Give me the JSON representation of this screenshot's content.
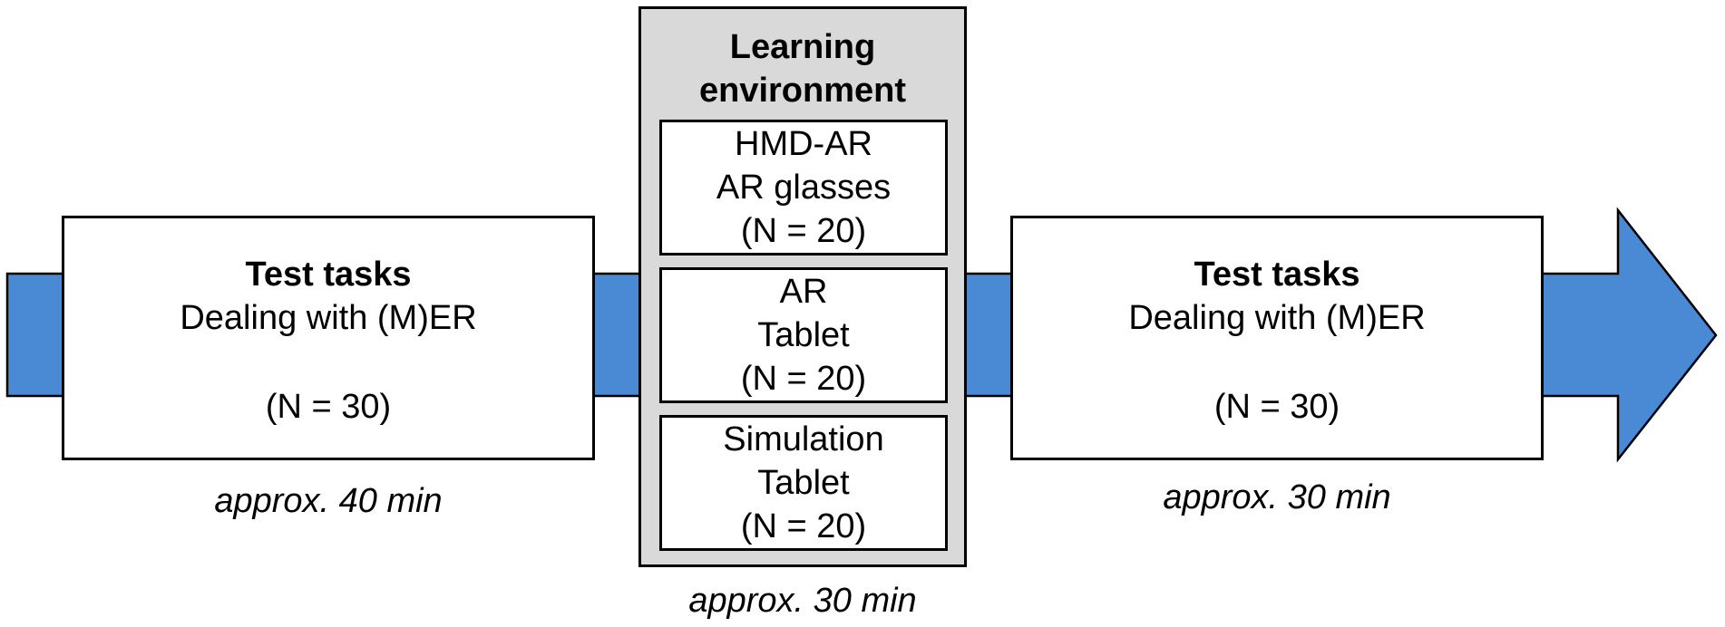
{
  "colors": {
    "arrow_fill": "#4a8ad4",
    "panel_bg": "#d9d9d9"
  },
  "pretest": {
    "title": "Test tasks",
    "subtitle": "Dealing with (M)ER",
    "count": "(N = 30)",
    "duration": "approx. 40 min"
  },
  "learning_environment": {
    "title_line1": "Learning",
    "title_line2": "environment",
    "conditions": [
      {
        "line1": "HMD-AR",
        "line2": "AR glasses",
        "line3": "(N = 20)"
      },
      {
        "line1": "AR",
        "line2": "Tablet",
        "line3": "(N = 20)"
      },
      {
        "line1": "Simulation",
        "line2": "Tablet",
        "line3": "(N = 20)"
      }
    ],
    "duration": "approx. 30 min"
  },
  "posttest": {
    "title": "Test tasks",
    "subtitle": "Dealing with (M)ER",
    "count": "(N = 30)",
    "duration": "approx. 30 min"
  }
}
